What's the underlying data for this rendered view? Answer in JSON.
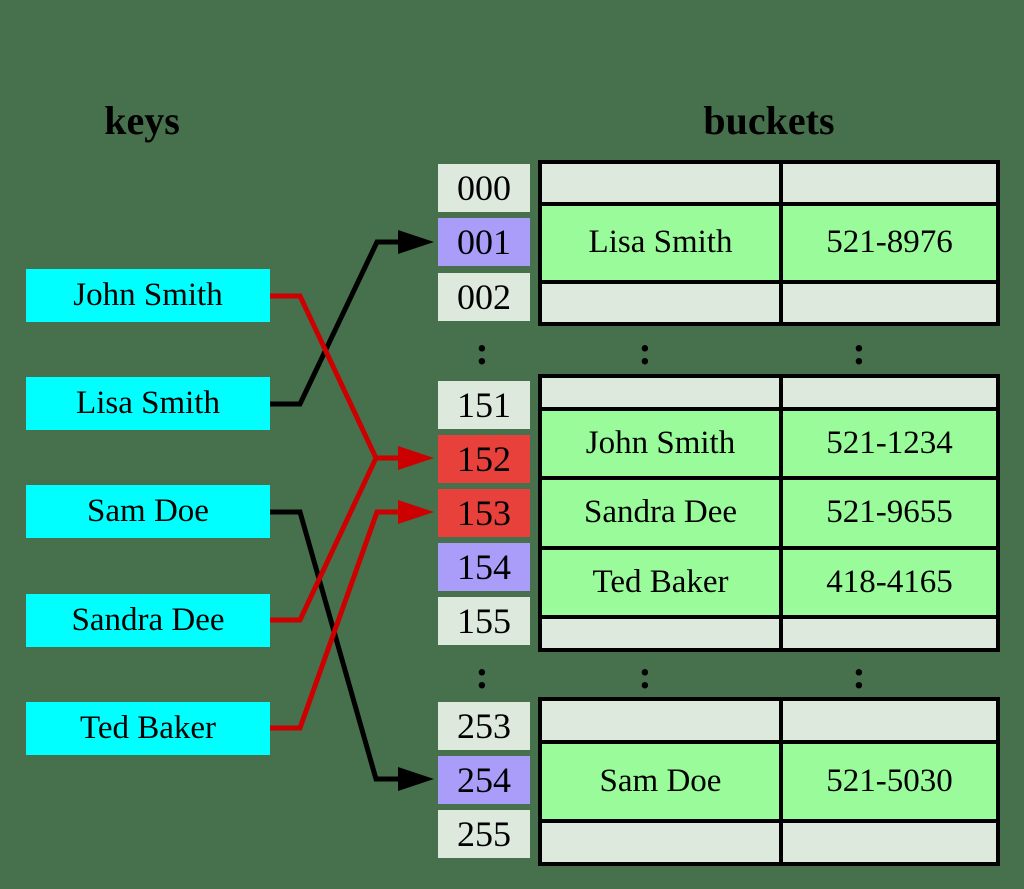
{
  "titles": {
    "keys": "keys",
    "buckets": "buckets"
  },
  "keys": [
    {
      "label": "John Smith"
    },
    {
      "label": "Lisa Smith"
    },
    {
      "label": "Sam Doe"
    },
    {
      "label": "Sandra Dee"
    },
    {
      "label": "Ted Baker"
    }
  ],
  "index_column": [
    {
      "label": "000",
      "state": "empty"
    },
    {
      "label": "001",
      "state": "occupied"
    },
    {
      "label": "002",
      "state": "empty"
    },
    {
      "label": "151",
      "state": "empty"
    },
    {
      "label": "152",
      "state": "collision"
    },
    {
      "label": "153",
      "state": "collision"
    },
    {
      "label": "154",
      "state": "occupied"
    },
    {
      "label": "155",
      "state": "empty"
    },
    {
      "label": "253",
      "state": "empty"
    },
    {
      "label": "254",
      "state": "occupied"
    },
    {
      "label": "255",
      "state": "empty"
    }
  ],
  "bucket_tables": [
    {
      "rows": [
        {
          "name": "",
          "phone": "",
          "filled": false
        },
        {
          "name": "Lisa Smith",
          "phone": "521-8976",
          "filled": true
        },
        {
          "name": "",
          "phone": "",
          "filled": false
        }
      ]
    },
    {
      "rows": [
        {
          "name": "",
          "phone": "",
          "filled": false
        },
        {
          "name": "John Smith",
          "phone": "521-1234",
          "filled": true
        },
        {
          "name": "Sandra Dee",
          "phone": "521-9655",
          "filled": true
        },
        {
          "name": "Ted Baker",
          "phone": "418-4165",
          "filled": true
        },
        {
          "name": "",
          "phone": "",
          "filled": false
        }
      ]
    },
    {
      "rows": [
        {
          "name": "",
          "phone": "",
          "filled": false
        },
        {
          "name": "Sam Doe",
          "phone": "521-5030",
          "filled": true
        },
        {
          "name": "",
          "phone": "",
          "filled": false
        }
      ]
    }
  ],
  "ellipsis_glyph": ":",
  "arrows": [
    {
      "from": "Lisa Smith",
      "to": "001",
      "color": "black"
    },
    {
      "from": "John Smith",
      "to": "152",
      "color": "red"
    },
    {
      "from": "Sandra Dee",
      "to": "152",
      "color": "red"
    },
    {
      "from": "Ted Baker",
      "to": "153",
      "color": "red"
    },
    {
      "from": "Sam Doe",
      "to": "254",
      "color": "black"
    }
  ],
  "colors": {
    "background": "#47714d",
    "key_box": "#00ffff",
    "empty_cell": "#dde9dd",
    "occupied_index": "#aa9dfa",
    "collision_index": "#e8413c",
    "filled_bucket": "#99fb99",
    "arrow_red": "#cc0000",
    "arrow_black": "#000000"
  }
}
